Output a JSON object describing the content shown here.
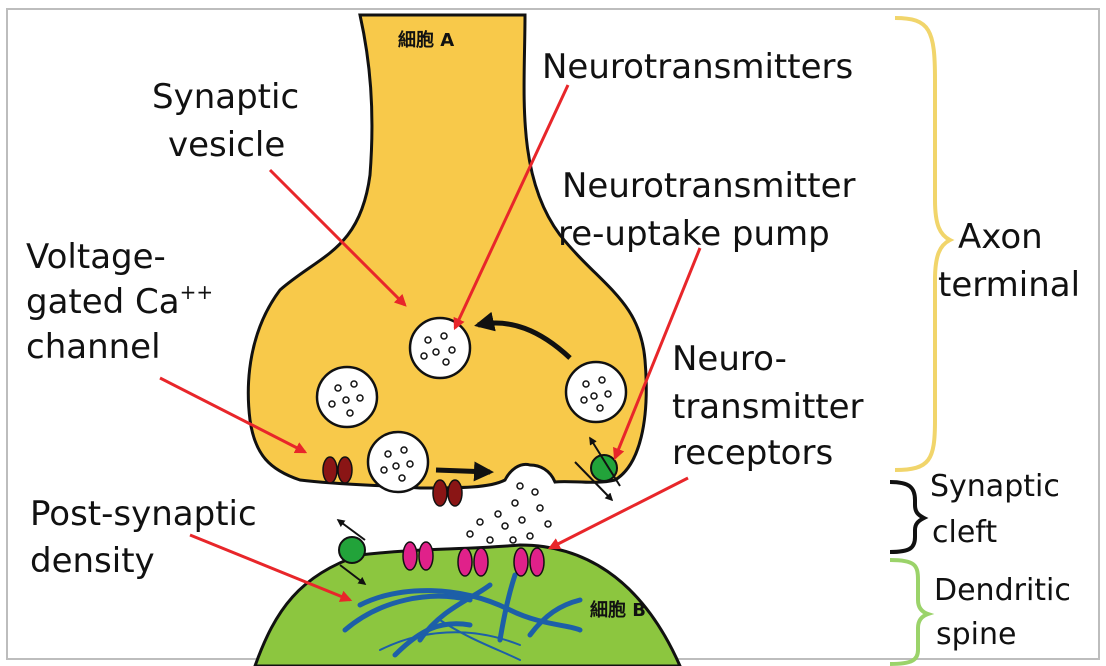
{
  "labels": {
    "cell_a": "細胞 A",
    "cell_b": "細胞 B",
    "neurotransmitters": "Neurotransmitters",
    "synaptic_vesicle": [
      "Synaptic",
      "vesicle"
    ],
    "reuptake_pump": [
      "Neurotransmitter",
      "re-uptake pump"
    ],
    "voltage_channel": [
      "Voltage-",
      "gated Ca",
      "++",
      "channel"
    ],
    "receptors": [
      "Neuro-",
      "transmitter",
      "receptors"
    ],
    "post_synaptic": [
      "Post-synaptic",
      "density"
    ],
    "axon_terminal": [
      "Axon",
      "terminal"
    ],
    "synaptic_cleft": [
      "Synaptic",
      "cleft"
    ],
    "dendritic_spine": [
      "Dendritic",
      "spine"
    ]
  },
  "colors": {
    "axon_fill": "#f8c94a",
    "spine_fill": "#8cc63f",
    "outline": "#111111",
    "arrow_red": "#e8262a",
    "channel_red": "#8a1515",
    "receptor_magenta": "#e0218a",
    "pump_green": "#22a33a",
    "filament_blue": "#1d5fa8",
    "brace_yellow": "#f1d56b",
    "brace_green": "#9bd36a",
    "brace_black": "#111111"
  }
}
